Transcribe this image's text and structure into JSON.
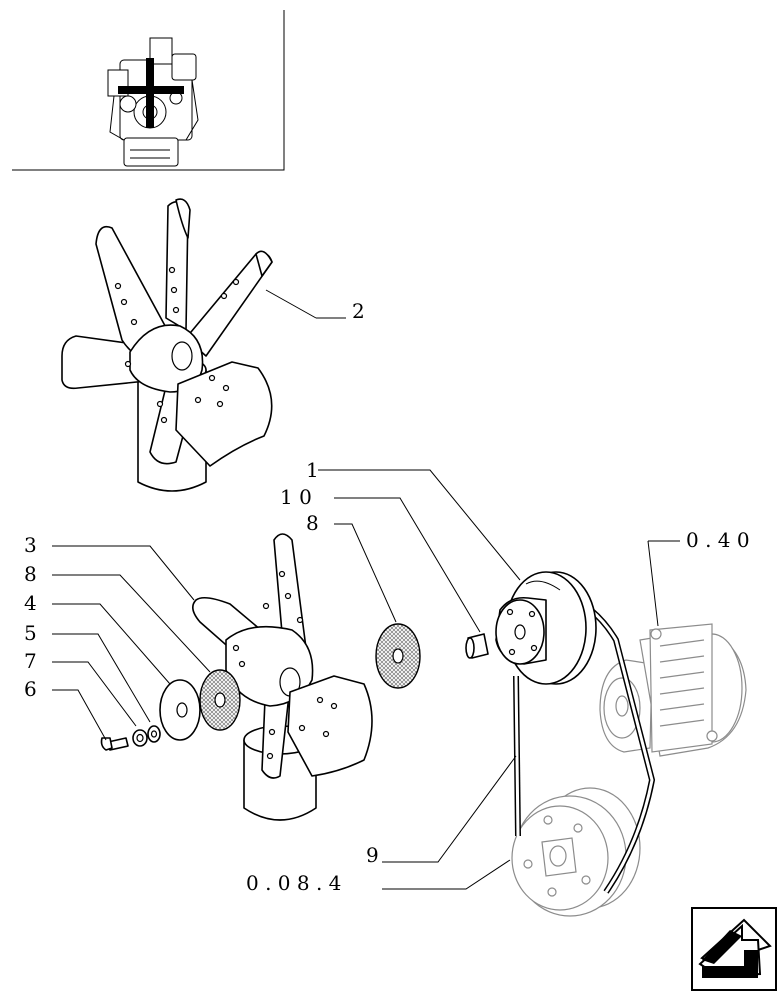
{
  "thumbnail": {
    "icon": "engine-thumbnail-with-plus-icon"
  },
  "callouts": {
    "c1": "1",
    "c10": "1 0",
    "c8a": "8",
    "c040": "0 . 4 0",
    "c2": "2",
    "c3": "3",
    "c8b": "8",
    "c4": "4",
    "c5": "5",
    "c7": "7",
    "c6": "6",
    "c9": "9",
    "c084": "0 . 0 8 . 4"
  },
  "nav": {
    "icon": "back-arrow-icon"
  },
  "colors": {
    "ink": "#000000",
    "ghost": "#8c8c8c",
    "paper": "#ffffff"
  }
}
